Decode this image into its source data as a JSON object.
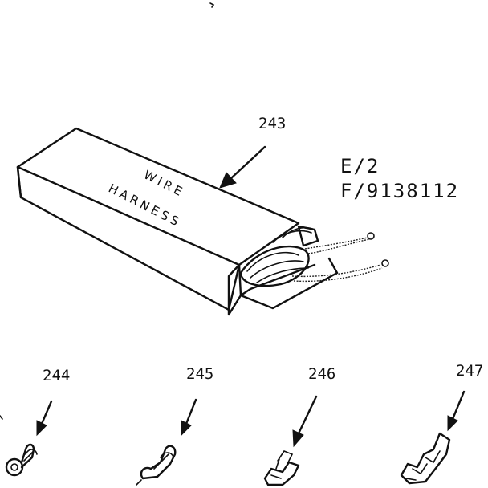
{
  "callouts": {
    "c243": "243",
    "c244": "244",
    "c245": "245",
    "c246": "246",
    "c247": "247"
  },
  "reference": {
    "line1": "E/2",
    "line2": "F/9138112"
  },
  "box_label": {
    "line1": "WIRE",
    "line2": "HARNESS"
  },
  "colors": {
    "ink": "#111111",
    "background": "#ffffff"
  }
}
